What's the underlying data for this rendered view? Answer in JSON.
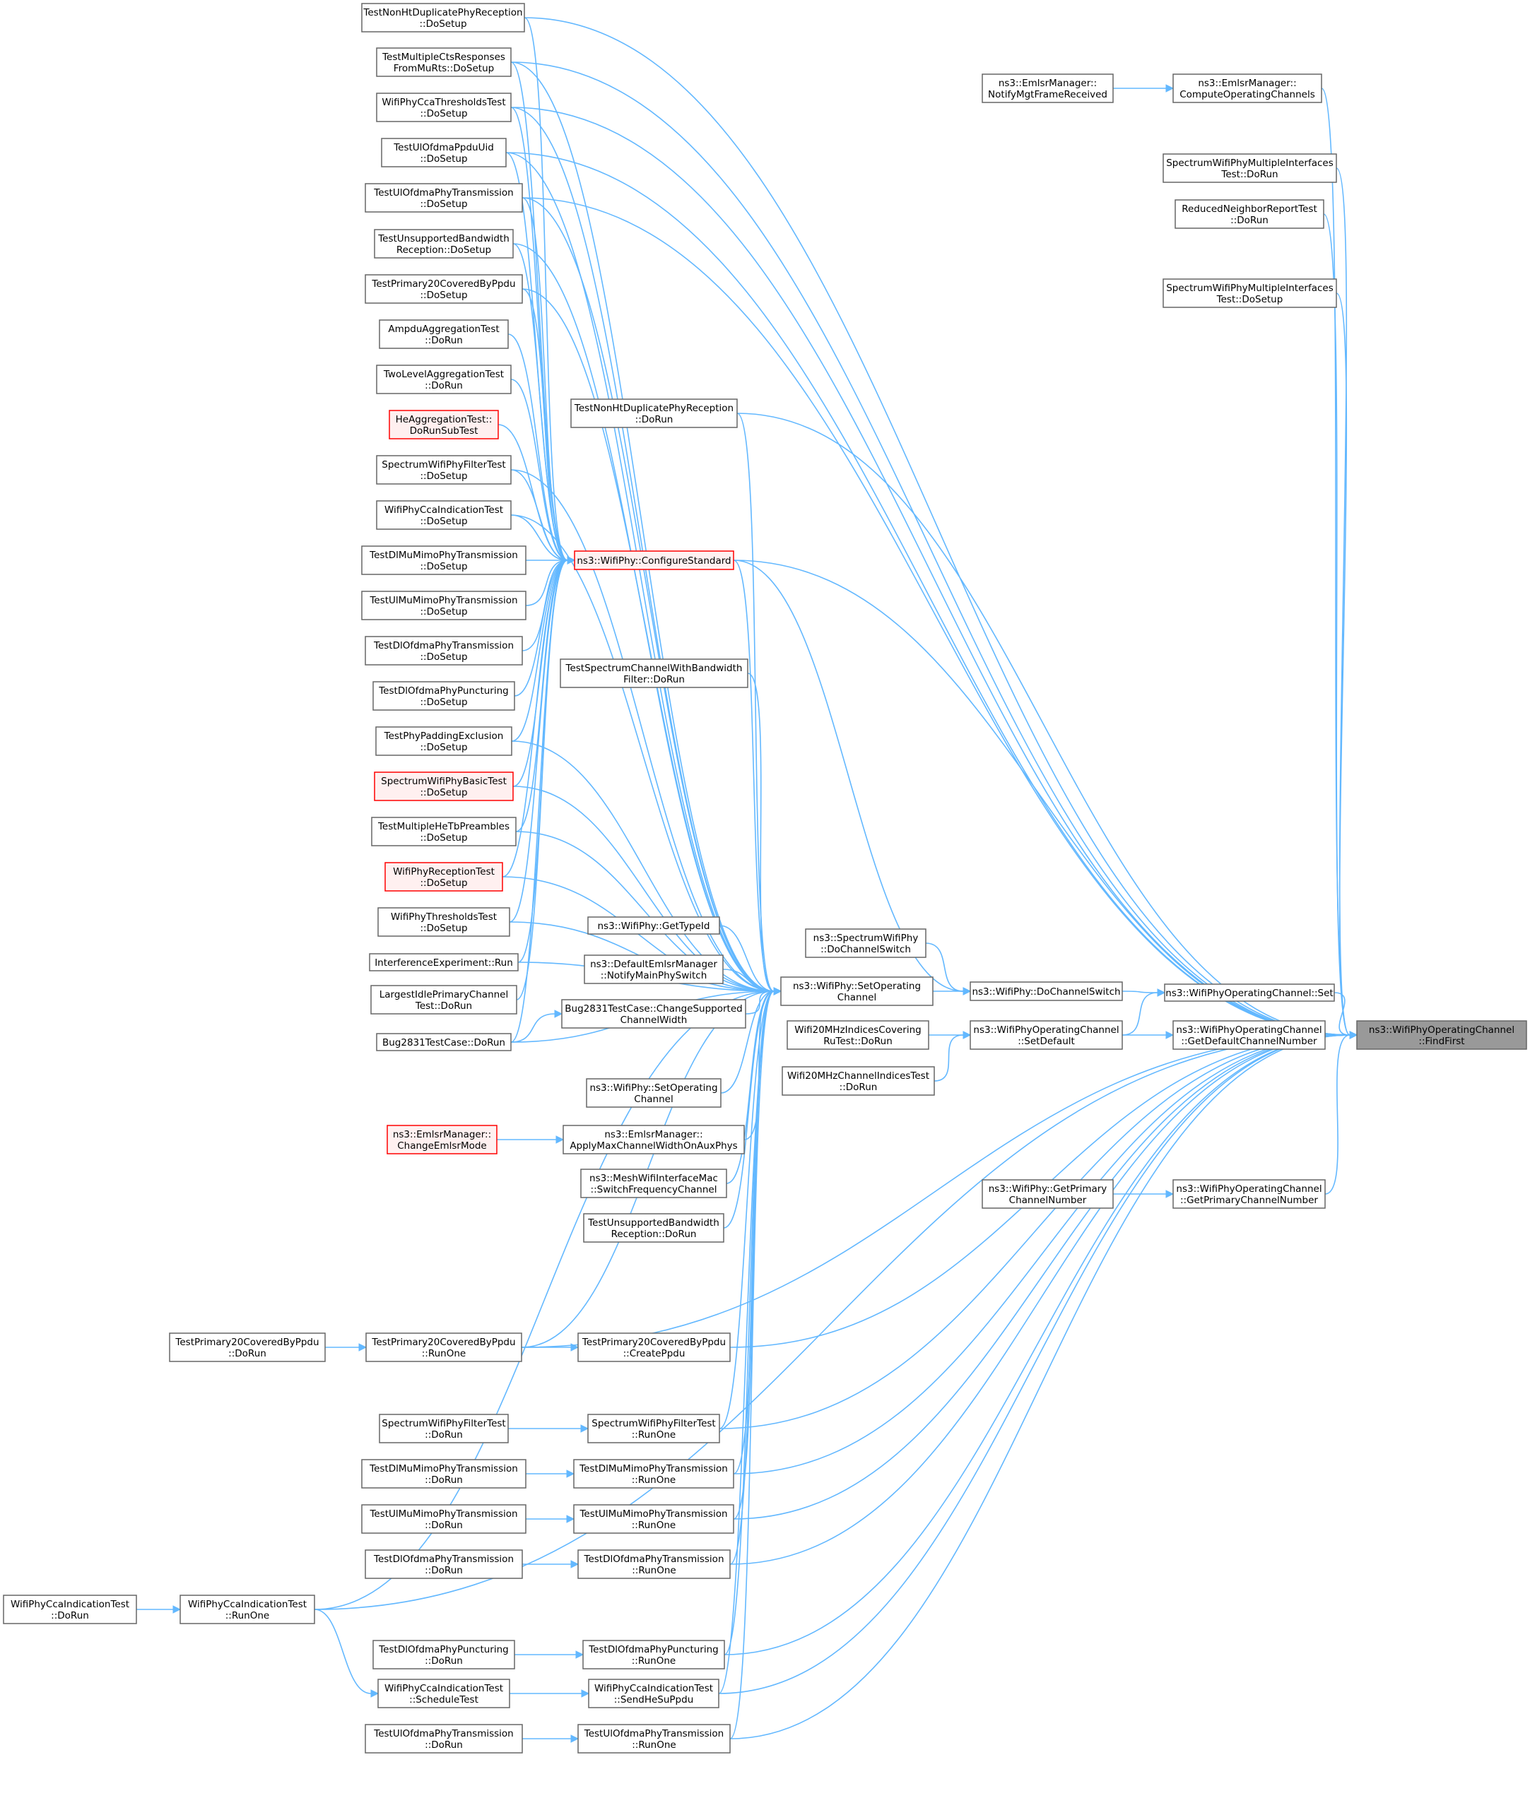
{
  "colors": {
    "edge": "#63b8ff",
    "node_fill": "#ffffff",
    "node_stroke": "#666666",
    "truncated_fill": "#fff0f0",
    "truncated_stroke": "#ff0000",
    "root_fill": "#999999",
    "root_stroke": "#666666"
  },
  "nodes": [
    {
      "id": "n0",
      "lines": [
        "ns3::WifiPhyOperatingChannel",
        "::FindFirst"
      ],
      "style": "root"
    },
    {
      "id": "n1",
      "lines": [
        "ns3::EmlsrManager::",
        "ComputeOperatingChannels"
      ],
      "style": "normal"
    },
    {
      "id": "n2",
      "lines": [
        "ns3::EmlsrManager::",
        "NotifyMgtFrameReceived"
      ],
      "style": "normal"
    },
    {
      "id": "n3",
      "lines": [
        "ns3::WifiPhyOperatingChannel",
        "::GetDefaultChannelNumber"
      ],
      "style": "normal"
    },
    {
      "id": "n4",
      "lines": [
        "ns3::WifiPhyOperatingChannel",
        "::SetDefault"
      ],
      "style": "normal"
    },
    {
      "id": "n5",
      "lines": [
        "Wifi20MHzChannelIndicesTest",
        "::DoRun"
      ],
      "style": "normal"
    },
    {
      "id": "n6",
      "lines": [
        "Wifi20MHzIndicesCovering",
        "RuTest::DoRun"
      ],
      "style": "normal"
    },
    {
      "id": "n7",
      "lines": [
        "ns3::WifiPhyOperatingChannel",
        "::GetPrimaryChannelNumber"
      ],
      "style": "normal"
    },
    {
      "id": "n8",
      "lines": [
        "ns3::WifiPhy::GetPrimary",
        "ChannelNumber"
      ],
      "style": "normal"
    },
    {
      "id": "n9",
      "lines": [
        "ns3::WifiPhyOperatingChannel::Set"
      ],
      "style": "normal"
    },
    {
      "id": "n10",
      "lines": [
        "ns3::WifiPhy::DoChannelSwitch"
      ],
      "style": "normal"
    },
    {
      "id": "n11",
      "lines": [
        "ns3::SpectrumWifiPhy",
        "::DoChannelSwitch"
      ],
      "style": "normal"
    },
    {
      "id": "n12",
      "lines": [
        "ns3::WifiPhy::SetOperating",
        "Channel"
      ],
      "style": "normal"
    },
    {
      "id": "n13",
      "lines": [
        "ns3::WifiPhy::ConfigureStandard"
      ],
      "style": "truncated"
    },
    {
      "id": "n14",
      "lines": [
        "TestNonHtDuplicatePhyReception",
        "::DoSetup"
      ],
      "style": "normal"
    },
    {
      "id": "n15",
      "lines": [
        "TestMultipleCtsResponses",
        "FromMuRts::DoSetup"
      ],
      "style": "normal"
    },
    {
      "id": "n16",
      "lines": [
        "WifiPhyCcaThresholdsTest",
        "::DoSetup"
      ],
      "style": "normal"
    },
    {
      "id": "n17",
      "lines": [
        "TestUlOfdmaPpduUid",
        "::DoSetup"
      ],
      "style": "normal"
    },
    {
      "id": "n18",
      "lines": [
        "TestUlOfdmaPhyTransmission",
        "::DoSetup"
      ],
      "style": "normal"
    },
    {
      "id": "n19",
      "lines": [
        "TestUnsupportedBandwidth",
        "Reception::DoSetup"
      ],
      "style": "normal"
    },
    {
      "id": "n20",
      "lines": [
        "TestPrimary20CoveredByPpdu",
        "::DoSetup"
      ],
      "style": "normal"
    },
    {
      "id": "n21",
      "lines": [
        "AmpduAggregationTest",
        "::DoRun"
      ],
      "style": "normal"
    },
    {
      "id": "n22",
      "lines": [
        "TwoLevelAggregationTest",
        "::DoRun"
      ],
      "style": "normal"
    },
    {
      "id": "n23",
      "lines": [
        "HeAggregationTest::",
        "DoRunSubTest"
      ],
      "style": "truncated"
    },
    {
      "id": "n24",
      "lines": [
        "SpectrumWifiPhyFilterTest",
        "::DoSetup"
      ],
      "style": "normal"
    },
    {
      "id": "n25",
      "lines": [
        "WifiPhyCcaIndicationTest",
        "::DoSetup"
      ],
      "style": "normal"
    },
    {
      "id": "n26",
      "lines": [
        "TestDlMuMimoPhyTransmission",
        "::DoSetup"
      ],
      "style": "normal"
    },
    {
      "id": "n27",
      "lines": [
        "TestUlMuMimoPhyTransmission",
        "::DoSetup"
      ],
      "style": "normal"
    },
    {
      "id": "n28",
      "lines": [
        "TestDlOfdmaPhyTransmission",
        "::DoSetup"
      ],
      "style": "normal"
    },
    {
      "id": "n29",
      "lines": [
        "TestDlOfdmaPhyPuncturing",
        "::DoSetup"
      ],
      "style": "normal"
    },
    {
      "id": "n30",
      "lines": [
        "TestPhyPaddingExclusion",
        "::DoSetup"
      ],
      "style": "normal"
    },
    {
      "id": "n31",
      "lines": [
        "SpectrumWifiPhyBasicTest",
        "::DoSetup"
      ],
      "style": "truncated"
    },
    {
      "id": "n32",
      "lines": [
        "TestMultipleHeTbPreambles",
        "::DoSetup"
      ],
      "style": "normal"
    },
    {
      "id": "n33",
      "lines": [
        "WifiPhyReceptionTest",
        "::DoSetup"
      ],
      "style": "truncated"
    },
    {
      "id": "n34",
      "lines": [
        "WifiPhyThresholdsTest",
        "::DoSetup"
      ],
      "style": "normal"
    },
    {
      "id": "n35",
      "lines": [
        "InterferenceExperiment::Run"
      ],
      "style": "normal"
    },
    {
      "id": "n36",
      "lines": [
        "LargestIdlePrimaryChannel",
        "Test::DoRun"
      ],
      "style": "normal"
    },
    {
      "id": "n37",
      "lines": [
        "Bug2831TestCase::DoRun"
      ],
      "style": "normal"
    },
    {
      "id": "n38",
      "lines": [
        "TestNonHtDuplicatePhyReception",
        "::DoRun"
      ],
      "style": "normal"
    },
    {
      "id": "n39",
      "lines": [
        "TestSpectrumChannelWithBandwidth",
        "Filter::DoRun"
      ],
      "style": "normal"
    },
    {
      "id": "n40",
      "lines": [
        "ns3::WifiPhy::GetTypeId"
      ],
      "style": "normal"
    },
    {
      "id": "n41",
      "lines": [
        "ns3::DefaultEmlsrManager",
        "::NotifyMainPhySwitch"
      ],
      "style": "normal"
    },
    {
      "id": "n42",
      "lines": [
        "Bug2831TestCase::ChangeSupported",
        "ChannelWidth"
      ],
      "style": "normal"
    },
    {
      "id": "n43",
      "lines": [
        "ns3::WifiPhy::SetOperating",
        "Channel"
      ],
      "style": "normal"
    },
    {
      "id": "n44",
      "lines": [
        "ns3::EmlsrManager::",
        "ApplyMaxChannelWidthOnAuxPhys"
      ],
      "style": "normal"
    },
    {
      "id": "n45",
      "lines": [
        "ns3::EmlsrManager::",
        "ChangeEmlsrMode"
      ],
      "style": "truncated"
    },
    {
      "id": "n46",
      "lines": [
        "ns3::MeshWifiInterfaceMac",
        "::SwitchFrequencyChannel"
      ],
      "style": "normal"
    },
    {
      "id": "n47",
      "lines": [
        "TestUnsupportedBandwidth",
        "Reception::DoRun"
      ],
      "style": "normal"
    },
    {
      "id": "n48",
      "lines": [
        "TestPrimary20CoveredByPpdu",
        "::CreatePpdu"
      ],
      "style": "normal"
    },
    {
      "id": "n49",
      "lines": [
        "TestPrimary20CoveredByPpdu",
        "::RunOne"
      ],
      "style": "normal"
    },
    {
      "id": "n50",
      "lines": [
        "TestPrimary20CoveredByPpdu",
        "::DoRun"
      ],
      "style": "normal"
    },
    {
      "id": "n51",
      "lines": [
        "SpectrumWifiPhyFilterTest",
        "::RunOne"
      ],
      "style": "normal"
    },
    {
      "id": "n52",
      "lines": [
        "SpectrumWifiPhyFilterTest",
        "::DoRun"
      ],
      "style": "normal"
    },
    {
      "id": "n53",
      "lines": [
        "TestDlMuMimoPhyTransmission",
        "::RunOne"
      ],
      "style": "normal"
    },
    {
      "id": "n54",
      "lines": [
        "TestDlMuMimoPhyTransmission",
        "::DoRun"
      ],
      "style": "normal"
    },
    {
      "id": "n55",
      "lines": [
        "TestUlMuMimoPhyTransmission",
        "::RunOne"
      ],
      "style": "normal"
    },
    {
      "id": "n56",
      "lines": [
        "TestUlMuMimoPhyTransmission",
        "::DoRun"
      ],
      "style": "normal"
    },
    {
      "id": "n57",
      "lines": [
        "TestDlOfdmaPhyTransmission",
        "::RunOne"
      ],
      "style": "normal"
    },
    {
      "id": "n58",
      "lines": [
        "TestDlOfdmaPhyTransmission",
        "::DoRun"
      ],
      "style": "normal"
    },
    {
      "id": "n59",
      "lines": [
        "WifiPhyCcaIndicationTest",
        "::RunOne"
      ],
      "style": "normal"
    },
    {
      "id": "n60",
      "lines": [
        "WifiPhyCcaIndicationTest",
        "::DoRun"
      ],
      "style": "normal"
    },
    {
      "id": "n61",
      "lines": [
        "TestDlOfdmaPhyPuncturing",
        "::RunOne"
      ],
      "style": "normal"
    },
    {
      "id": "n62",
      "lines": [
        "TestDlOfdmaPhyPuncturing",
        "::DoRun"
      ],
      "style": "normal"
    },
    {
      "id": "n63",
      "lines": [
        "WifiPhyCcaIndicationTest",
        "::SendHeSuPpdu"
      ],
      "style": "normal"
    },
    {
      "id": "n64",
      "lines": [
        "WifiPhyCcaIndicationTest",
        "::ScheduleTest"
      ],
      "style": "normal"
    },
    {
      "id": "n65",
      "lines": [
        "TestUlOfdmaPhyTransmission",
        "::RunOne"
      ],
      "style": "normal"
    },
    {
      "id": "n66",
      "lines": [
        "TestUlOfdmaPhyTransmission",
        "::DoRun"
      ],
      "style": "normal"
    },
    {
      "id": "n67",
      "lines": [
        "SpectrumWifiPhyMultipleInterfaces",
        "Test::DoRun"
      ],
      "style": "normal"
    },
    {
      "id": "n68",
      "lines": [
        "ReducedNeighborReportTest",
        "::DoRun"
      ],
      "style": "normal"
    },
    {
      "id": "n69",
      "lines": [
        "SpectrumWifiPhyMultipleInterfaces",
        "Test::DoSetup"
      ],
      "style": "normal"
    }
  ],
  "edges": [
    [
      "n0",
      "n1"
    ],
    [
      "n1",
      "n2"
    ],
    [
      "n0",
      "n3"
    ],
    [
      "n3",
      "n4"
    ],
    [
      "n4",
      "n5"
    ],
    [
      "n4",
      "n6"
    ],
    [
      "n0",
      "n7"
    ],
    [
      "n7",
      "n8"
    ],
    [
      "n0",
      "n9"
    ],
    [
      "n9",
      "n4"
    ],
    [
      "n9",
      "n10"
    ],
    [
      "n10",
      "n11"
    ],
    [
      "n10",
      "n12"
    ],
    [
      "n10",
      "n13"
    ],
    [
      "n13",
      "n14"
    ],
    [
      "n13",
      "n15"
    ],
    [
      "n13",
      "n16"
    ],
    [
      "n13",
      "n17"
    ],
    [
      "n13",
      "n18"
    ],
    [
      "n13",
      "n19"
    ],
    [
      "n13",
      "n20"
    ],
    [
      "n13",
      "n21"
    ],
    [
      "n13",
      "n22"
    ],
    [
      "n13",
      "n23"
    ],
    [
      "n13",
      "n24"
    ],
    [
      "n13",
      "n25"
    ],
    [
      "n13",
      "n26"
    ],
    [
      "n13",
      "n27"
    ],
    [
      "n13",
      "n28"
    ],
    [
      "n13",
      "n29"
    ],
    [
      "n13",
      "n30"
    ],
    [
      "n13",
      "n31"
    ],
    [
      "n13",
      "n32"
    ],
    [
      "n13",
      "n33"
    ],
    [
      "n13",
      "n34"
    ],
    [
      "n13",
      "n35"
    ],
    [
      "n13",
      "n36"
    ],
    [
      "n13",
      "n37"
    ],
    [
      "n12",
      "n15"
    ],
    [
      "n12",
      "n16"
    ],
    [
      "n12",
      "n17"
    ],
    [
      "n12",
      "n18"
    ],
    [
      "n12",
      "n19"
    ],
    [
      "n12",
      "n20"
    ],
    [
      "n12",
      "n24"
    ],
    [
      "n12",
      "n25"
    ],
    [
      "n12",
      "n30"
    ],
    [
      "n12",
      "n31"
    ],
    [
      "n12",
      "n32"
    ],
    [
      "n12",
      "n33"
    ],
    [
      "n12",
      "n34"
    ],
    [
      "n12",
      "n35"
    ],
    [
      "n12",
      "n13"
    ],
    [
      "n12",
      "n38"
    ],
    [
      "n12",
      "n39"
    ],
    [
      "n12",
      "n40"
    ],
    [
      "n12",
      "n41"
    ],
    [
      "n12",
      "n42"
    ],
    [
      "n12",
      "n43"
    ],
    [
      "n12",
      "n44"
    ],
    [
      "n12",
      "n46"
    ],
    [
      "n12",
      "n47"
    ],
    [
      "n12",
      "n49"
    ],
    [
      "n12",
      "n51"
    ],
    [
      "n12",
      "n53"
    ],
    [
      "n12",
      "n55"
    ],
    [
      "n12",
      "n57"
    ],
    [
      "n12",
      "n59"
    ],
    [
      "n12",
      "n61"
    ],
    [
      "n12",
      "n63"
    ],
    [
      "n12",
      "n65"
    ],
    [
      "n12",
      "n37"
    ],
    [
      "n42",
      "n37"
    ],
    [
      "n44",
      "n45"
    ],
    [
      "n48",
      "n49"
    ],
    [
      "n49",
      "n50"
    ],
    [
      "n51",
      "n52"
    ],
    [
      "n53",
      "n54"
    ],
    [
      "n55",
      "n56"
    ],
    [
      "n57",
      "n58"
    ],
    [
      "n59",
      "n60"
    ],
    [
      "n61",
      "n62"
    ],
    [
      "n63",
      "n64"
    ],
    [
      "n64",
      "n59"
    ],
    [
      "n65",
      "n66"
    ],
    [
      "n0",
      "n14"
    ],
    [
      "n0",
      "n15"
    ],
    [
      "n0",
      "n16"
    ],
    [
      "n0",
      "n17"
    ],
    [
      "n0",
      "n18"
    ],
    [
      "n0",
      "n38"
    ],
    [
      "n0",
      "n13"
    ],
    [
      "n0",
      "n48"
    ],
    [
      "n0",
      "n49"
    ],
    [
      "n0",
      "n51"
    ],
    [
      "n0",
      "n53"
    ],
    [
      "n0",
      "n55"
    ],
    [
      "n0",
      "n57"
    ],
    [
      "n0",
      "n59"
    ],
    [
      "n0",
      "n61"
    ],
    [
      "n0",
      "n63"
    ],
    [
      "n0",
      "n65"
    ],
    [
      "n0",
      "n67"
    ],
    [
      "n0",
      "n68"
    ],
    [
      "n0",
      "n69"
    ]
  ]
}
